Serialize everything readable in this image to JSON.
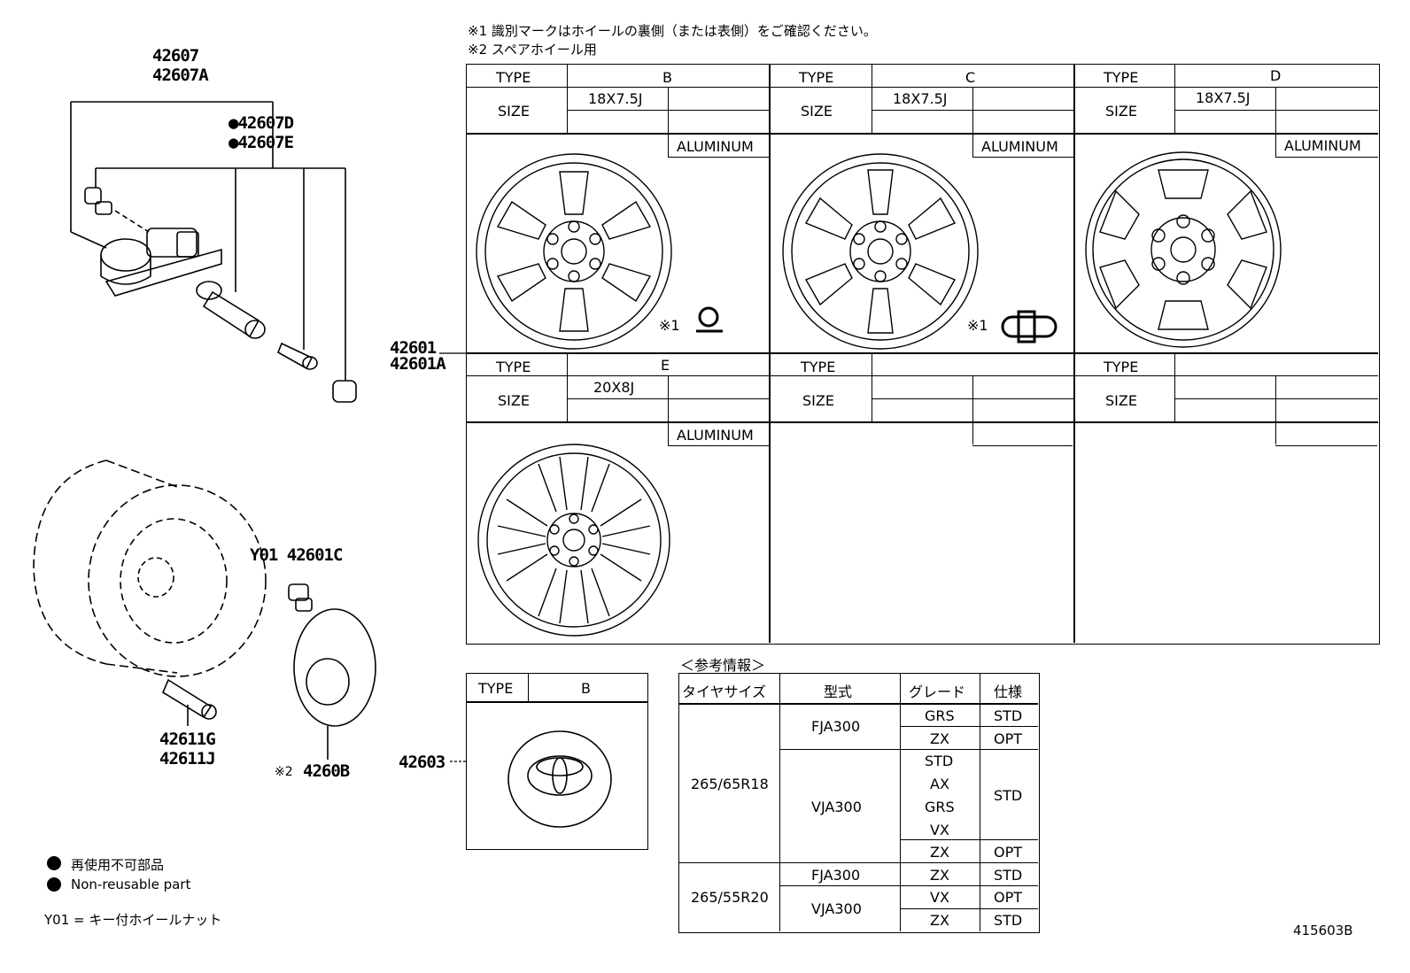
{
  "notes": {
    "note1": "※1 識別マークはホイールの裏側（または表側）をご確認ください。",
    "note2": "※2 スペアホイール用"
  },
  "parts": {
    "sensor_kit_1": "42607",
    "sensor_kit_2": "42607A",
    "sensor_sub_1": "●42607D",
    "sensor_sub_2": "●42607E",
    "wheel_1": "42601",
    "wheel_2": "42601A",
    "key_nut": "Y01 42601C",
    "valve_1": "42611G",
    "valve_2": "42611J",
    "spare_prefix": "※2",
    "spare": "4260B",
    "cap": "42603"
  },
  "wheel_table": {
    "type_label": "TYPE",
    "size_label": "SIZE",
    "material_label": "ALUMINUM",
    "mark_note": "※1",
    "panels": [
      {
        "type": "B",
        "size": "18X7.5J",
        "material": "ALUMINUM",
        "mark": "※1"
      },
      {
        "type": "C",
        "size": "18X7.5J",
        "material": "ALUMINUM",
        "mark": "※1"
      },
      {
        "type": "D",
        "size": "18X7.5J",
        "material": "ALUMINUM",
        "mark": ""
      },
      {
        "type": "E",
        "size": "20X8J",
        "material": "ALUMINUM",
        "mark": ""
      },
      {
        "type": "",
        "size": "",
        "material": "",
        "mark": ""
      },
      {
        "type": "",
        "size": "",
        "material": "",
        "mark": ""
      }
    ]
  },
  "cap_table": {
    "type_label": "TYPE",
    "type_value": "B"
  },
  "reference": {
    "title": "＜参考情報＞",
    "headers": [
      "タイヤサイズ",
      "型式",
      "グレード",
      "仕様"
    ],
    "groups": [
      {
        "tire": "265/65R18",
        "models": [
          {
            "model": "FJA300",
            "rows": [
              [
                "GRS",
                "STD"
              ],
              [
                "ZX",
                "OPT"
              ]
            ]
          },
          {
            "model": "VJA300",
            "rows": [
              [
                "STD",
                ""
              ],
              [
                "AX",
                "STD"
              ],
              [
                "GRS",
                ""
              ],
              [
                "VX",
                ""
              ],
              [
                "ZX",
                "OPT"
              ]
            ]
          }
        ]
      },
      {
        "tire": "265/55R20",
        "models": [
          {
            "model": "FJA300",
            "rows": [
              [
                "ZX",
                "STD"
              ]
            ]
          },
          {
            "model": "VJA300",
            "rows": [
              [
                "VX",
                "OPT"
              ],
              [
                "ZX",
                "STD"
              ]
            ]
          }
        ]
      }
    ]
  },
  "legend": {
    "jp": "再使用不可部品",
    "en": "Non-reusable part",
    "y01": "Y01 = キー付ホイールナット"
  },
  "diagram_id": "415603B"
}
